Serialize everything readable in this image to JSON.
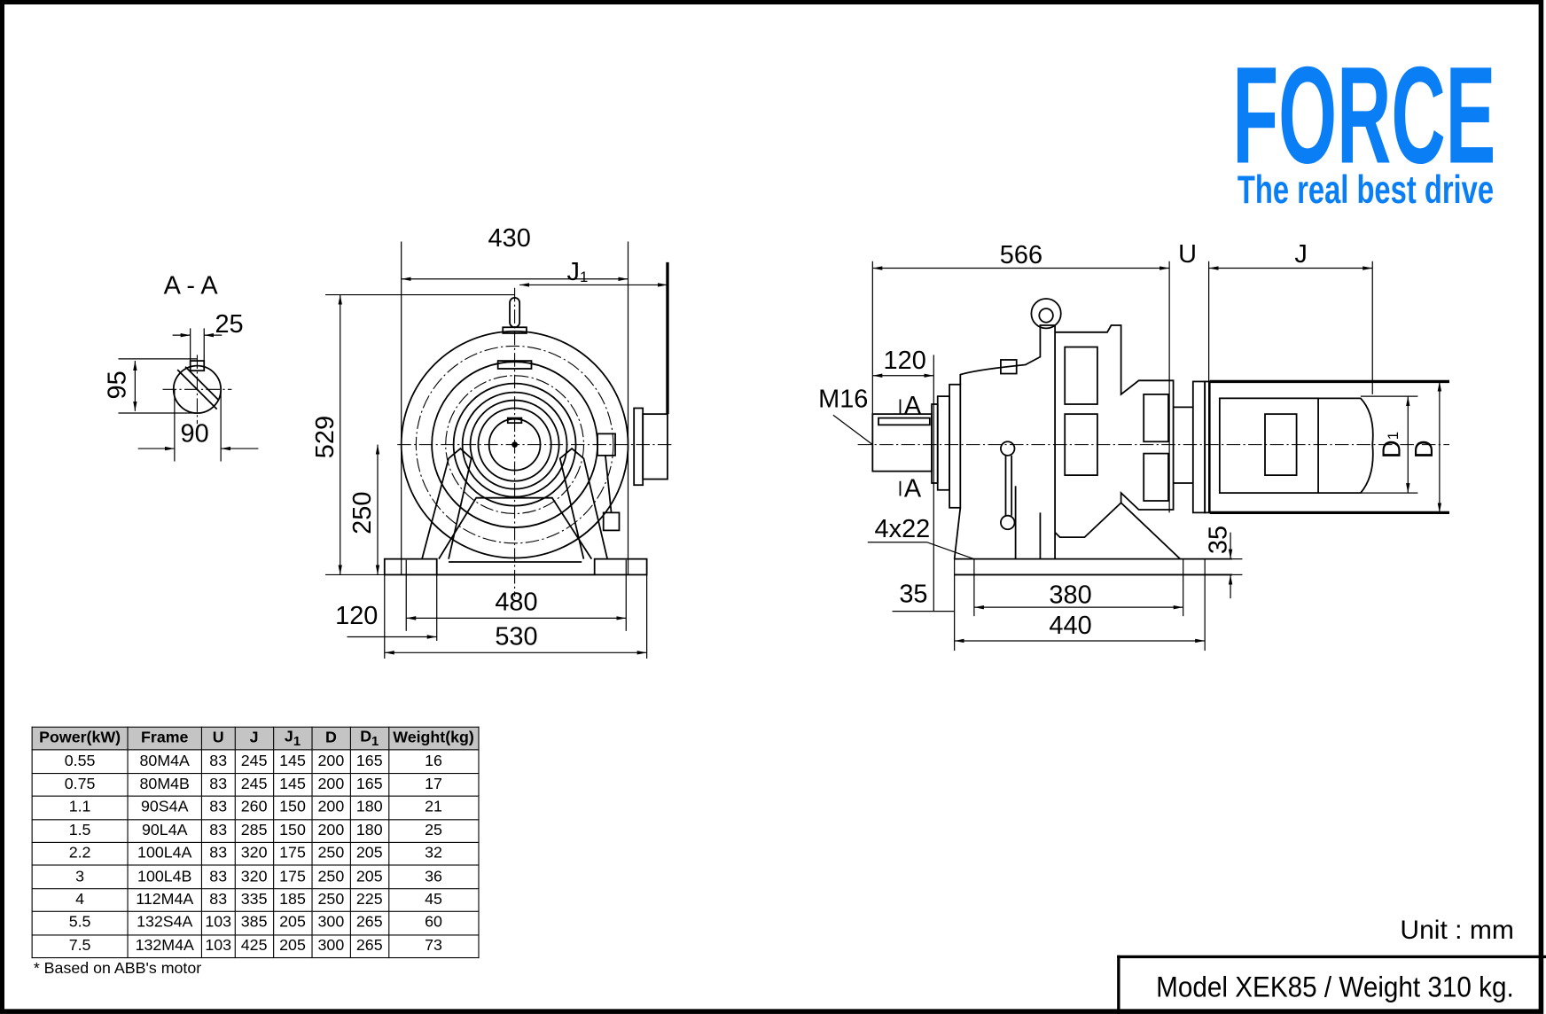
{
  "logo": {
    "brand": "FORCE",
    "tagline": "The real best drive",
    "color": "#0a7ef5"
  },
  "section_view": {
    "title": "A - A",
    "dims": {
      "key_width": "25",
      "height": "95",
      "diameter": "90"
    }
  },
  "front_view": {
    "dims": {
      "width": "430",
      "j1": "J",
      "j1_sub": "1",
      "height": "529",
      "center_height": "250",
      "bolt_span": "480",
      "base_width": "530",
      "foot": "120"
    }
  },
  "side_view": {
    "dims": {
      "length": "566",
      "u": "U",
      "j": "J",
      "shaft_len": "120",
      "thread": "M16",
      "section_mark_top": "A",
      "section_mark_bottom": "A",
      "holes": "4x22",
      "offset": "35",
      "bolt_span": "380",
      "base_len": "440",
      "base_thk": "35",
      "d1": "D",
      "d1_sub": "1",
      "d": "D"
    }
  },
  "table": {
    "headers": [
      "Power(kW)",
      "Frame",
      "U",
      "J",
      "J",
      "D",
      "D",
      "Weight(kg)"
    ],
    "header_subs": {
      "4": "1",
      "6": "1"
    },
    "rows": [
      [
        "0.55",
        "80M4A",
        "83",
        "245",
        "145",
        "200",
        "165",
        "16"
      ],
      [
        "0.75",
        "80M4B",
        "83",
        "245",
        "145",
        "200",
        "165",
        "17"
      ],
      [
        "1.1",
        "90S4A",
        "83",
        "260",
        "150",
        "200",
        "180",
        "21"
      ],
      [
        "1.5",
        "90L4A",
        "83",
        "285",
        "150",
        "200",
        "180",
        "25"
      ],
      [
        "2.2",
        "100L4A",
        "83",
        "320",
        "175",
        "250",
        "205",
        "32"
      ],
      [
        "3",
        "100L4B",
        "83",
        "320",
        "175",
        "250",
        "205",
        "36"
      ],
      [
        "4",
        "112M4A",
        "83",
        "335",
        "185",
        "250",
        "225",
        "45"
      ],
      [
        "5.5",
        "132S4A",
        "103",
        "385",
        "205",
        "300",
        "265",
        "60"
      ],
      [
        "7.5",
        "132M4A",
        "103",
        "425",
        "205",
        "300",
        "265",
        "73"
      ]
    ],
    "footnote": "* Based on ABB's motor"
  },
  "unit": "Unit : mm",
  "model": "Model XEK85 / Weight 310 kg."
}
